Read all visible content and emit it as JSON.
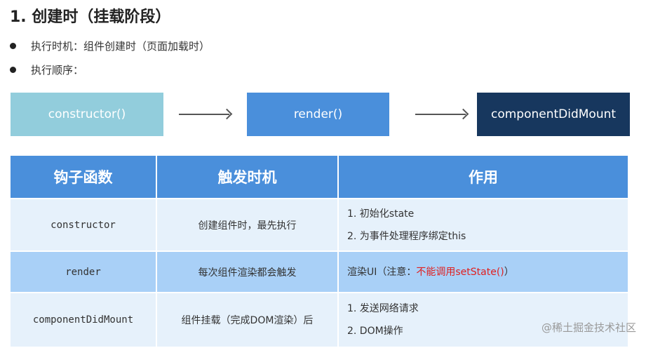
{
  "title": "1. 创建时（挂载阶段）",
  "bullets": [
    "执行时机：组件创建时（页面加载时）",
    "执行顺序："
  ],
  "flow": [
    "constructor()",
    "render()",
    "componentDidMount"
  ],
  "table": {
    "headers": [
      "钩子函数",
      "触发时机",
      "作用"
    ],
    "rows": [
      {
        "hook": "constructor",
        "trigger": "创建组件时，最先执行",
        "effect": [
          "1. 初始化state",
          "2. 为事件处理程序绑定this"
        ]
      },
      {
        "hook": "render",
        "trigger": "每次组件渲染都会触发",
        "effect_prefix": "渲染UI（注意：",
        "effect_red": "不能调用setState()",
        "effect_suffix": "）"
      },
      {
        "hook": "componentDidMount",
        "trigger": "组件挂载（完成DOM渲染）后",
        "effect": [
          "1. 发送网络请求",
          "2. DOM操作"
        ]
      }
    ]
  },
  "watermark": "@稀土掘金技术社区",
  "colors": {
    "box1": "#92cddc",
    "box2": "#4a8fdb",
    "box3": "#17375e",
    "header": "#4a8fdb",
    "row_light": "#e6f1fb",
    "row_highlight": "#a9d0f7",
    "warning": "#e02020"
  }
}
